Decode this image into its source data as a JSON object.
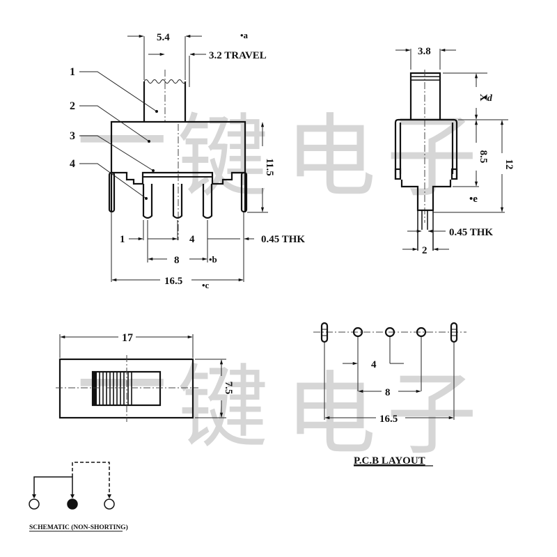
{
  "watermark": {
    "row1": [
      "一",
      "键",
      "电",
      "子"
    ],
    "row2": [
      "一",
      "键",
      "电",
      "子"
    ],
    "color": "#d6d6d6"
  },
  "front_view": {
    "callouts": [
      "1",
      "2",
      "3",
      "4"
    ],
    "actuator_width": "5.4",
    "travel": "3.2 TRAVEL",
    "note_a": "•a",
    "body_height": "11.5",
    "pin_offset": "1",
    "pin_pitch": "4",
    "pin_thickness": "0.45 THK",
    "pin_span": "8",
    "note_b": "•b",
    "overall_width": "16.5",
    "note_c": "•c"
  },
  "side_view": {
    "actuator_width": "3.8",
    "actuator_height": "X",
    "note_d": "•d",
    "body_height": "8.5",
    "overall_height": "12",
    "note_e": "•e",
    "pin_thickness": "0.45 THK",
    "pin_width": "2"
  },
  "top_view": {
    "length": "17",
    "width": "7.5"
  },
  "pcb_layout": {
    "title": "P.C.B LAYOUT",
    "pitch": "4",
    "span_inner": "8",
    "span_outer": "16.5"
  },
  "schematic": {
    "title": "SCHEMATIC (NON-SHORTING)",
    "terminals": [
      "open",
      "common",
      "open"
    ]
  }
}
